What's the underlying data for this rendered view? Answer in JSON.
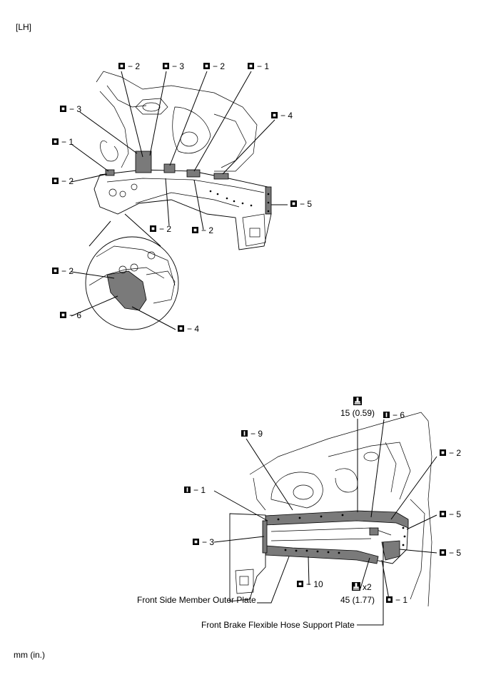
{
  "header": {
    "view": "[LH]"
  },
  "footer": {
    "unit": "mm (in.)"
  },
  "legend": {
    "weld_symbol": "weld-type-O-square-icon",
    "point_symbol": "weld-type-I-square-icon",
    "torque_symbol": "torque-wrench-icon"
  },
  "top_callouts": {
    "c1": "2",
    "c2": "3",
    "c3": "2",
    "c4": "1",
    "c5": "3",
    "c6": "4",
    "c7": "1",
    "c8": "2",
    "c9": "5",
    "c10": "2",
    "c11": "2"
  },
  "detail_callouts": {
    "d1": "2",
    "d2": "6",
    "d3": "4"
  },
  "bottom_callouts": {
    "b1": "6",
    "b2": "9",
    "b3": "2",
    "b4": "1",
    "b5": "5",
    "b6": "3",
    "b7": "5",
    "b8": "10",
    "b9": "1"
  },
  "torque": {
    "top_value": "15 (0.59)",
    "bottom_value": "45 (1.77)",
    "bottom_multiplier": "x2"
  },
  "part_labels": {
    "outer_plate": "Front Side Member Outer Plate",
    "hose_plate": "Front Brake Flexible Hose Support Plate"
  }
}
